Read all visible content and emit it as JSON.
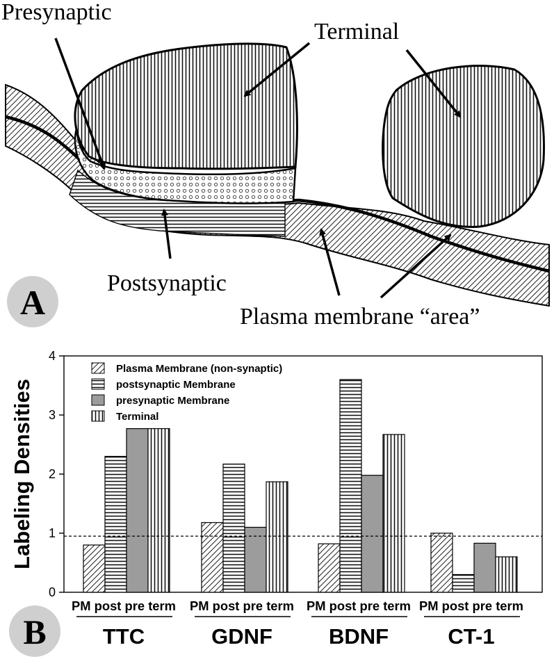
{
  "panel_a": {
    "badge": "A",
    "labels": {
      "presynaptic": "Presynaptic",
      "terminal": "Terminal",
      "postsynaptic": "Postsynaptic",
      "plasma_membrane": "Plasma membrane “area”"
    }
  },
  "panel_b": {
    "badge": "B"
  },
  "chart_data": {
    "type": "bar",
    "ylabel": "Labeling Densities",
    "ylim": [
      0,
      4
    ],
    "yticks": [
      "0",
      "1",
      "2",
      "3",
      "4"
    ],
    "reference_line": 0.95,
    "groups": [
      "TTC",
      "GDNF",
      "BDNF",
      "CT-1"
    ],
    "categories": [
      "PM",
      "post",
      "pre",
      "term"
    ],
    "category_labels": [
      "PM post pre term",
      "PM post pre term",
      "PM post pre term",
      "PM post pre term"
    ],
    "legend_position": "top-left",
    "series": [
      {
        "name": "Plasma Membrane (non-synaptic)",
        "pattern": "diagonal-hatch",
        "values": [
          0.8,
          1.18,
          0.82,
          1.0
        ]
      },
      {
        "name": "postsynaptic Membrane",
        "pattern": "horizontal-hatch",
        "values": [
          2.3,
          2.17,
          3.6,
          0.3
        ]
      },
      {
        "name": "presynaptic Membrane",
        "pattern": "solid-gray",
        "values": [
          2.77,
          1.1,
          1.98,
          0.83
        ]
      },
      {
        "name": "Terminal",
        "pattern": "vertical-hatch",
        "values": [
          2.77,
          1.87,
          2.67,
          0.6
        ]
      }
    ]
  }
}
